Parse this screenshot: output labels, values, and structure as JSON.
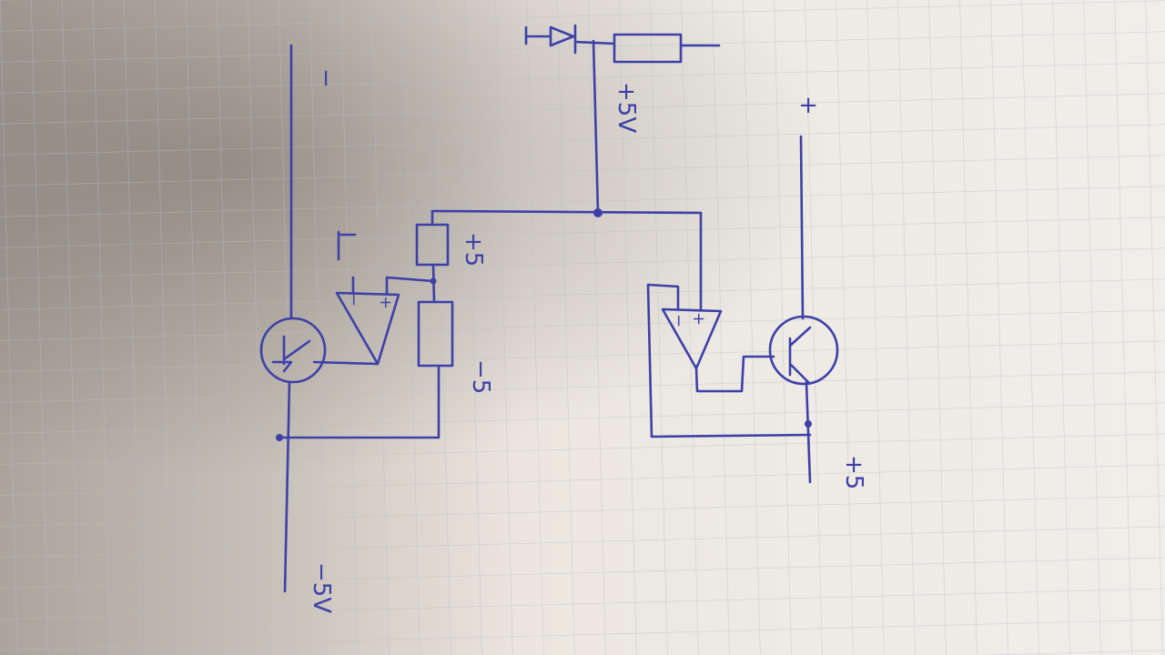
{
  "diagram": {
    "title": "",
    "labels": {
      "top_left_minus": "−",
      "minus_5v": "−5V",
      "plus_5v": "+5V",
      "r1_plus5": "+5",
      "r2_minus5": "−5",
      "right_plus": "+",
      "right_plus5": "+5",
      "opamp1_minus": "−",
      "opamp1_plus": "+",
      "opamp2_minus": "−",
      "opamp2_plus": "+"
    },
    "colors": {
      "ink": "#3f3fa8",
      "paper": "#f1eee9",
      "grid": "#c9cbd6"
    }
  }
}
